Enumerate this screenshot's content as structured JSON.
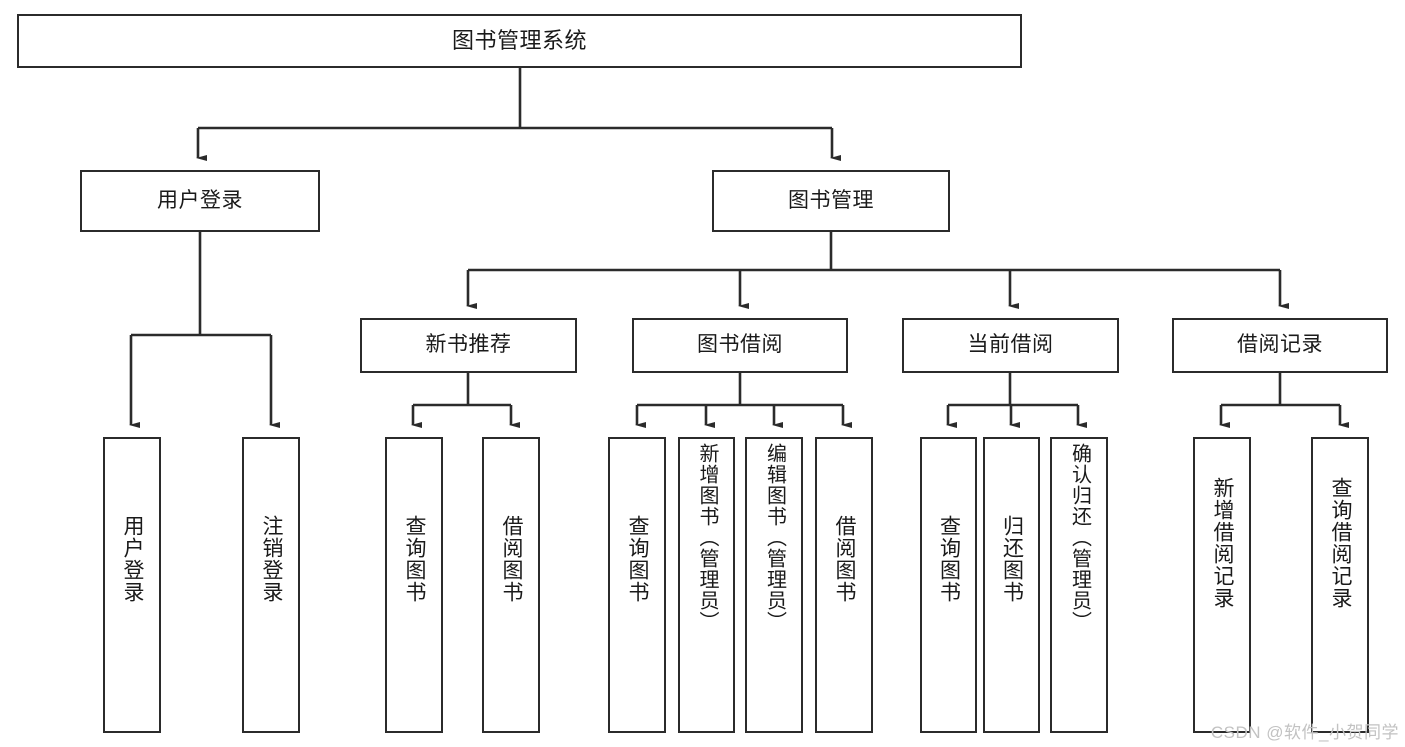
{
  "diagram": {
    "type": "tree-hierarchy",
    "title": "图书管理系统",
    "watermark": "CSDN @软件_小贺同学",
    "colors": {
      "stroke": "#2b2b2b",
      "fill": "#ffffff",
      "text": "#1a1a1a",
      "watermark": "#c2c2c2"
    },
    "nodes": {
      "root": {
        "label": "图书管理系统"
      },
      "level2": [
        {
          "id": "user-login",
          "label": "用户登录"
        },
        {
          "id": "book-manage",
          "label": "图书管理"
        }
      ],
      "level3": [
        {
          "id": "new-book-recommend",
          "label": "新书推荐"
        },
        {
          "id": "book-borrow",
          "label": "图书借阅"
        },
        {
          "id": "current-borrow",
          "label": "当前借阅"
        },
        {
          "id": "borrow-record",
          "label": "借阅记录"
        }
      ],
      "leaves": {
        "user-login": [
          {
            "id": "leaf-user-login",
            "label": "用户登录"
          },
          {
            "id": "leaf-logout",
            "label": "注销登录"
          }
        ],
        "new-book-recommend": [
          {
            "id": "leaf-query-book-1",
            "label": "查询图书"
          },
          {
            "id": "leaf-borrow-book-1",
            "label": "借阅图书"
          }
        ],
        "book-borrow": [
          {
            "id": "leaf-query-book-2",
            "label": "查询图书"
          },
          {
            "id": "leaf-add-book",
            "label": "新增图书（管理员）"
          },
          {
            "id": "leaf-edit-book",
            "label": "编辑图书（管理员）"
          },
          {
            "id": "leaf-borrow-book-2",
            "label": "借阅图书"
          }
        ],
        "current-borrow": [
          {
            "id": "leaf-query-book-3",
            "label": "查询图书"
          },
          {
            "id": "leaf-return-book",
            "label": "归还图书"
          },
          {
            "id": "leaf-confirm-return",
            "label": "确认归还（管理员）"
          }
        ],
        "borrow-record": [
          {
            "id": "leaf-add-record",
            "label": "新增借阅记录"
          },
          {
            "id": "leaf-query-record",
            "label": "查询借阅记录"
          }
        ]
      }
    }
  }
}
